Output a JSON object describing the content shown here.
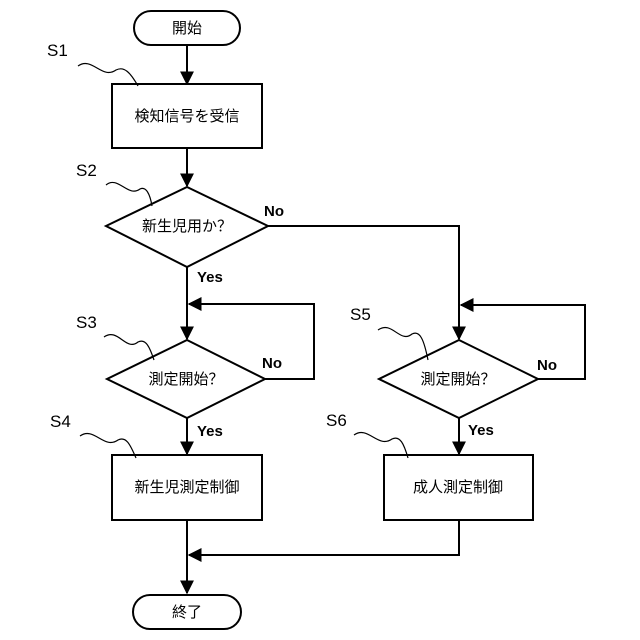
{
  "nodes": {
    "start": "開始",
    "s1": "検知信号を受信",
    "s2": "新生児用か？",
    "s3": "測定開始？",
    "s4": "新生児測定制御",
    "s5": "測定開始？",
    "s6": "成人測定制御",
    "end": "終了"
  },
  "step_labels": {
    "s1": "S1",
    "s2": "S2",
    "s3": "S3",
    "s4": "S4",
    "s5": "S5",
    "s6": "S6"
  },
  "branches": {
    "s2_yes": "Yes",
    "s2_no": "No",
    "s3_yes": "Yes",
    "s3_no": "No",
    "s5_yes": "Yes",
    "s5_no": "No"
  }
}
